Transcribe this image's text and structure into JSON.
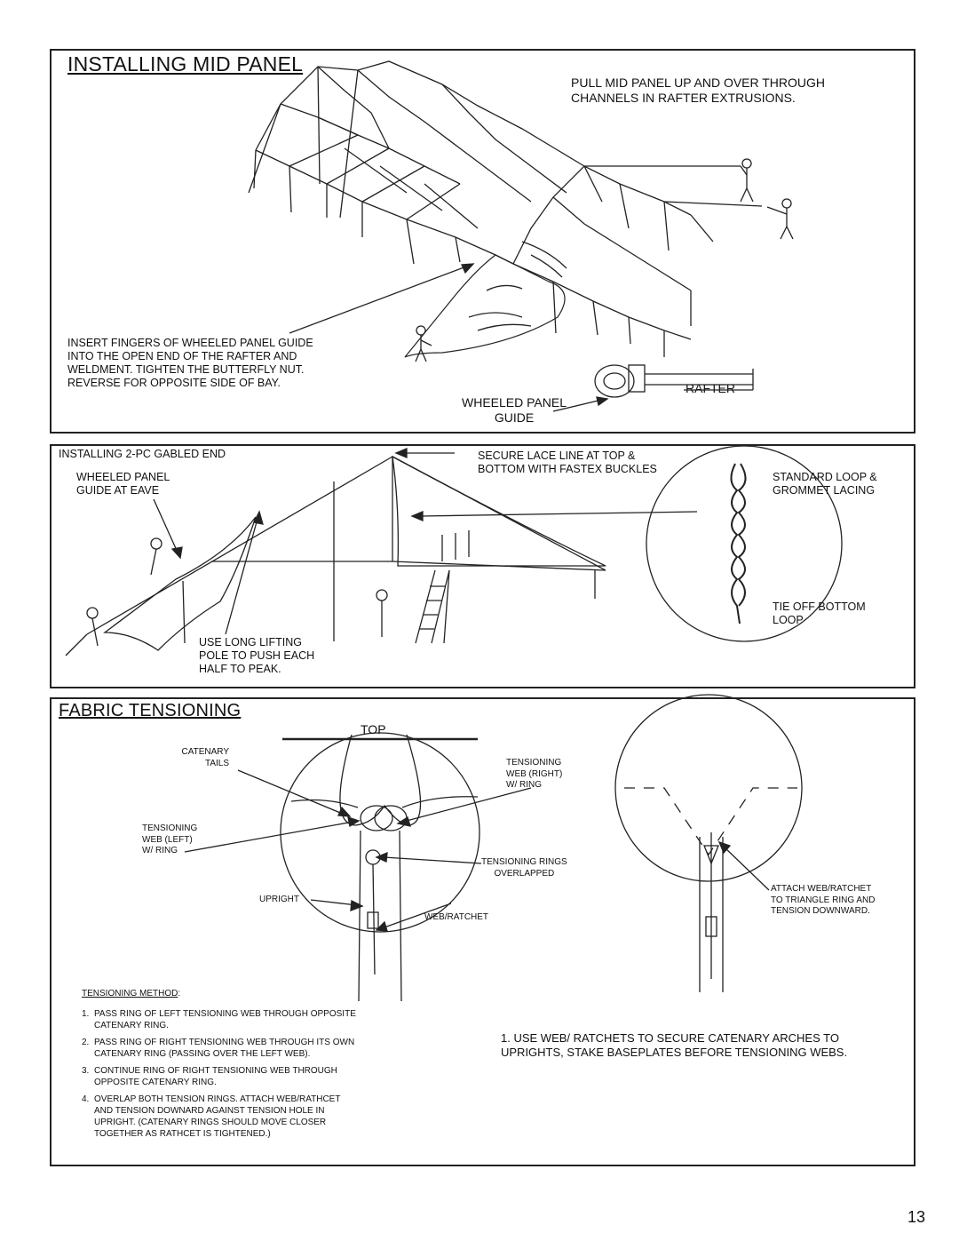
{
  "page_number": "13",
  "mid_panel": {
    "title": "INSTALLING MID PANEL",
    "pull_note": "PULL MID PANEL UP AND OVER THROUGH\nCHANNELS IN RAFTER EXTRUSIONS.",
    "insert_note": "INSERT FINGERS OF WHEELED PANEL GUIDE\nINTO THE OPEN END OF THE RAFTER AND\nWELDMENT.  TIGHTEN THE BUTTERFLY NUT.\nREVERSE FOR OPPOSITE SIDE OF BAY.",
    "wheeled_label": "WHEELED PANEL\nGUIDE",
    "rafter_label": "RAFTER"
  },
  "gabled_end": {
    "heading": "INSTALLING 2-PC GABLED END",
    "wheeled_eave": "WHEELED PANEL\nGUIDE AT EAVE",
    "secure_lace": "SECURE LACE LINE AT TOP &\nBOTTOM WITH FASTEX BUCKLES",
    "standard_loop": "STANDARD LOOP &\nGROMMET LACING",
    "tie_off": "TIE OFF BOTTOM\nLOOP",
    "lifting_pole": "USE LONG LIFTING\nPOLE TO PUSH EACH\nHALF TO PEAK."
  },
  "tensioning": {
    "title": "FABRIC TENSIONING",
    "top": "TOP",
    "catenary_tails": "CATENARY\nTAILS",
    "web_right": "TENSIONING\nWEB (RIGHT)\nW/ RING",
    "web_left": "TENSIONING\nWEB (LEFT)\nW/ RING",
    "rings_overlapped": "TENSIONING RINGS\nOVERLAPPED",
    "upright": "UPRIGHT",
    "web_ratchet": "WEB/RATCHET",
    "attach_note": "ATTACH WEB/RATCHET\nTO TRIANGLE RING AND\nTENSION DOWNWARD.",
    "method_heading": "TENSIONING METHOD",
    "method_colon": ":",
    "steps": [
      {
        "n": "1.",
        "text": "PASS RING OF LEFT TENSIONING WEB THROUGH OPPOSITE\nCATENARY RING."
      },
      {
        "n": "2.",
        "text": "PASS RING OF RIGHT TENSIONING WEB THROUGH ITS OWN\nCATENARY RING (PASSING OVER THE LEFT WEB)."
      },
      {
        "n": "3.",
        "text": "CONTINUE RING OF RIGHT TENSIONING WEB THROUGH\nOPPOSITE CATENARY RING."
      },
      {
        "n": "4.",
        "text": "OVERLAP BOTH TENSION RINGS.   ATTACH WEB/RATHCET\nAND TENSION DOWNARD AGAINST TENSION HOLE IN\nUPRIGHT.   (CATENARY RINGS SHOULD MOVE CLOSER\nTOGETHER AS RATHCET IS TIGHTENED.)"
      }
    ],
    "ratchet_note": "1.  USE WEB/ RATCHETS TO SECURE CATENARY ARCHES TO\nUPRIGHTS, STAKE BASEPLATES BEFORE TENSIONING WEBS."
  }
}
